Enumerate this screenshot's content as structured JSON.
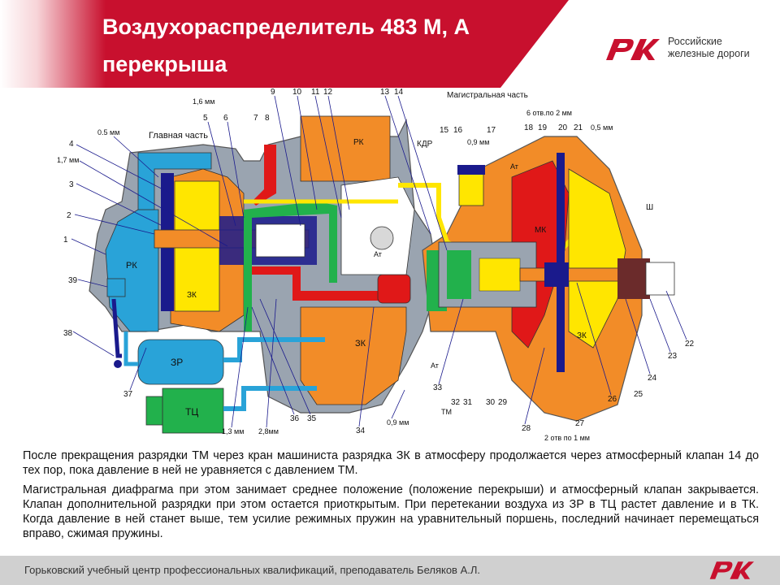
{
  "header": {
    "title_line1": "Воздухораспределитель  483 М, А",
    "title_line2": "перекрыша",
    "logo_text_line1": "Российские",
    "logo_text_line2": "железные дороги"
  },
  "diagram": {
    "section_main": "Главная часть",
    "section_magistral": "Магистральная часть",
    "chambers": {
      "rk_left": "РК",
      "zk_left": "ЗК",
      "rk_top": "РК",
      "zk_center": "ЗК",
      "mk": "МК",
      "zk_right": "ЗК",
      "zr": "ЗР",
      "tc": "ТЦ",
      "kdr": "КДР",
      "at1": "Ат",
      "at2": "Ат",
      "at3": "Ат",
      "tm": "ТМ",
      "sh": "Ш"
    },
    "labels": {
      "n1": "1",
      "n2": "2",
      "n3": "3",
      "n4": "4",
      "n5": "5",
      "n6": "6",
      "n7": "7",
      "n8": "8",
      "n9": "9",
      "n10": "10",
      "n11": "11",
      "n12": "12",
      "n13": "13",
      "n14": "14",
      "n15": "15",
      "n16": "16",
      "n17": "17",
      "n18": "18",
      "n19": "19",
      "n20": "20",
      "n21": "21",
      "n22": "22",
      "n23": "23",
      "n24": "24",
      "n25": "25",
      "n26": "26",
      "n27": "27",
      "n28": "28",
      "n29": "29",
      "n30": "30",
      "n31": "31",
      "n32": "32",
      "n33": "33",
      "n34": "34",
      "n35": "35",
      "n36": "36",
      "n37": "37",
      "n38": "38",
      "n39": "39",
      "d05_left": "0.5 мм",
      "d17": "1,7 мм",
      "d16": "1,6 мм",
      "d09_top": "0,9 мм",
      "d6holes": "6 отв.по 2 мм",
      "d05_right": "0,5 мм",
      "d13": "1,3 мм",
      "d28": "2,8мм",
      "d09_bottom": "0,9 мм",
      "d2holes": "2 отв по 1 мм"
    }
  },
  "text": {
    "p1": "После прекращения разрядки ТМ через кран машиниста разрядка ЗК в атмосферу продолжается через атмосферный клапан 14 до тех пор, пока давление в ней не уравняется с давлением ТМ.",
    "p2": "Магистральная диафрагма при этом занимает среднее положение (положение перекрыши) и атмосферный клапан закрывается. Клапан дополнительной разрядки при этом остается приоткрытым. При перетекании воздуха из ЗР в ТЦ растет давление и в ТК. Когда давление в ней станет выше, тем усилие режимных пружин на уравнительный поршень, последний начинает перемещаться вправо, сжимая пружины."
  },
  "footer": {
    "text": "Горьковский учебный центр профессиональных квалификаций, преподаватель Беляков А.Л."
  },
  "colors": {
    "brand_red": "#c8102e",
    "chamber_blue": "#29a3d8",
    "chamber_orange": "#f28c28",
    "line_green": "#22b14c",
    "line_yellow": "#ffe600",
    "part_navy": "#1a1a8c",
    "line_red": "#e01818",
    "housing_grey": "#9aa4b0",
    "footer_grey": "#d0d0d0"
  }
}
